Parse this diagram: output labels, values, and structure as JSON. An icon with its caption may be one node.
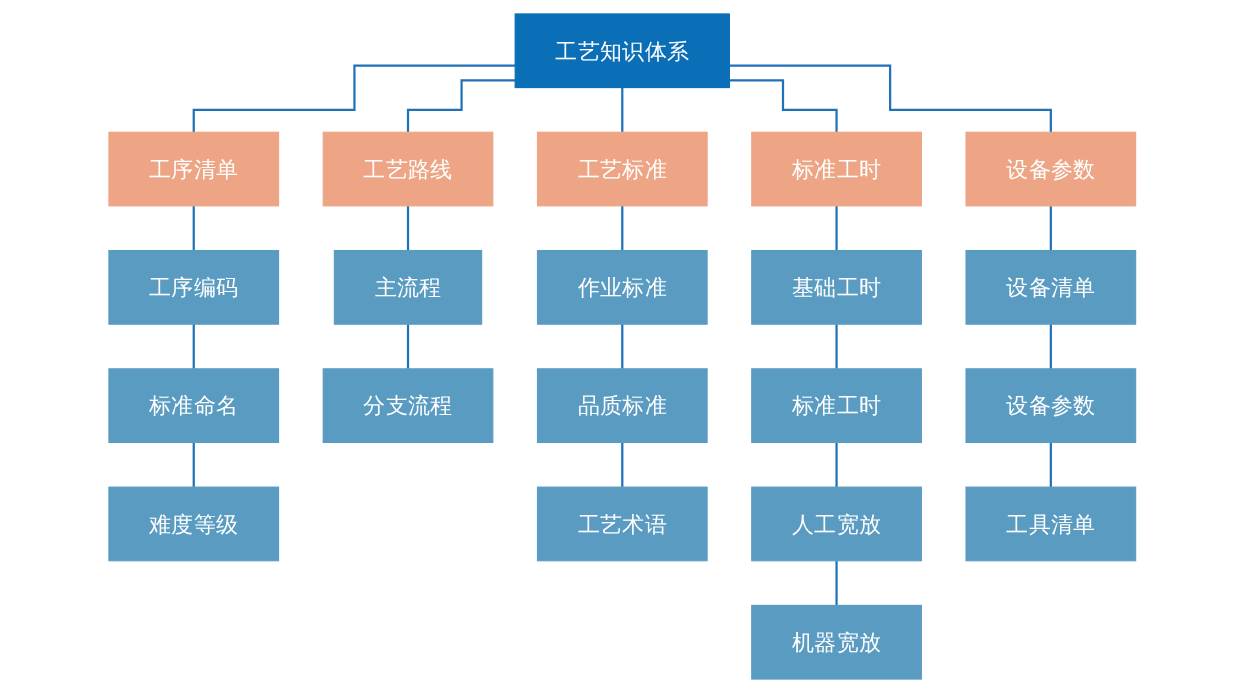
{
  "diagram": {
    "nodes": [
      {
        "text": [
          "工艺知识体系"
        ]
      },
      {
        "text": [
          "工序清单"
        ]
      },
      {
        "text": [
          "工艺路线"
        ]
      },
      {
        "text": [
          "工艺标准"
        ]
      },
      {
        "text": [
          "标准工时"
        ]
      },
      {
        "text": [
          "设备参数"
        ]
      },
      {
        "text": [
          "工序编码"
        ]
      },
      {
        "text": [
          "主流程"
        ]
      },
      {
        "text": [
          "作业标准"
        ]
      },
      {
        "text": [
          "基础工时"
        ]
      },
      {
        "text": [
          "设备清单"
        ]
      },
      {
        "text": [
          "标准命名"
        ]
      },
      {
        "text": [
          "分支流程"
        ]
      },
      {
        "text": [
          "品质标准"
        ]
      },
      {
        "text": [
          "标准工时"
        ]
      },
      {
        "text": [
          "设备参数"
        ]
      },
      {
        "text": [
          "难度等级"
        ]
      },
      {
        "text": [
          "工艺术语"
        ]
      },
      {
        "text": [
          "人工宽放"
        ]
      },
      {
        "text": [
          "工具清单"
        ]
      },
      {
        "text": [
          "机器宽放"
        ]
      }
    ],
    "edges": [
      {
        "from": 0,
        "to": 1,
        "arrow": "none"
      },
      {
        "from": 0,
        "to": 2,
        "arrow": "none"
      },
      {
        "from": 0,
        "to": 3,
        "arrow": "none"
      },
      {
        "from": 0,
        "to": 4,
        "arrow": "none"
      },
      {
        "from": 0,
        "to": 5,
        "arrow": "none"
      },
      {
        "from": 1,
        "to": 6,
        "arrow": "none"
      },
      {
        "from": 6,
        "to": 11,
        "arrow": "none"
      },
      {
        "from": 11,
        "to": 16,
        "arrow": "none"
      },
      {
        "from": 2,
        "to": 7,
        "arrow": "none"
      },
      {
        "from": 7,
        "to": 12,
        "arrow": "none"
      },
      {
        "from": 3,
        "to": 8,
        "arrow": "none"
      },
      {
        "from": 8,
        "to": 13,
        "arrow": "none"
      },
      {
        "from": 13,
        "to": 17,
        "arrow": "none"
      },
      {
        "from": 4,
        "to": 9,
        "arrow": "none"
      },
      {
        "from": 9,
        "to": 14,
        "arrow": "none"
      },
      {
        "from": 14,
        "to": 18,
        "arrow": "none"
      },
      {
        "from": 18,
        "to": 20,
        "arrow": "none"
      },
      {
        "from": 5,
        "to": 10,
        "arrow": "none"
      },
      {
        "from": 10,
        "to": 15,
        "arrow": "none"
      },
      {
        "from": 15,
        "to": 19,
        "arrow": "none"
      }
    ]
  }
}
